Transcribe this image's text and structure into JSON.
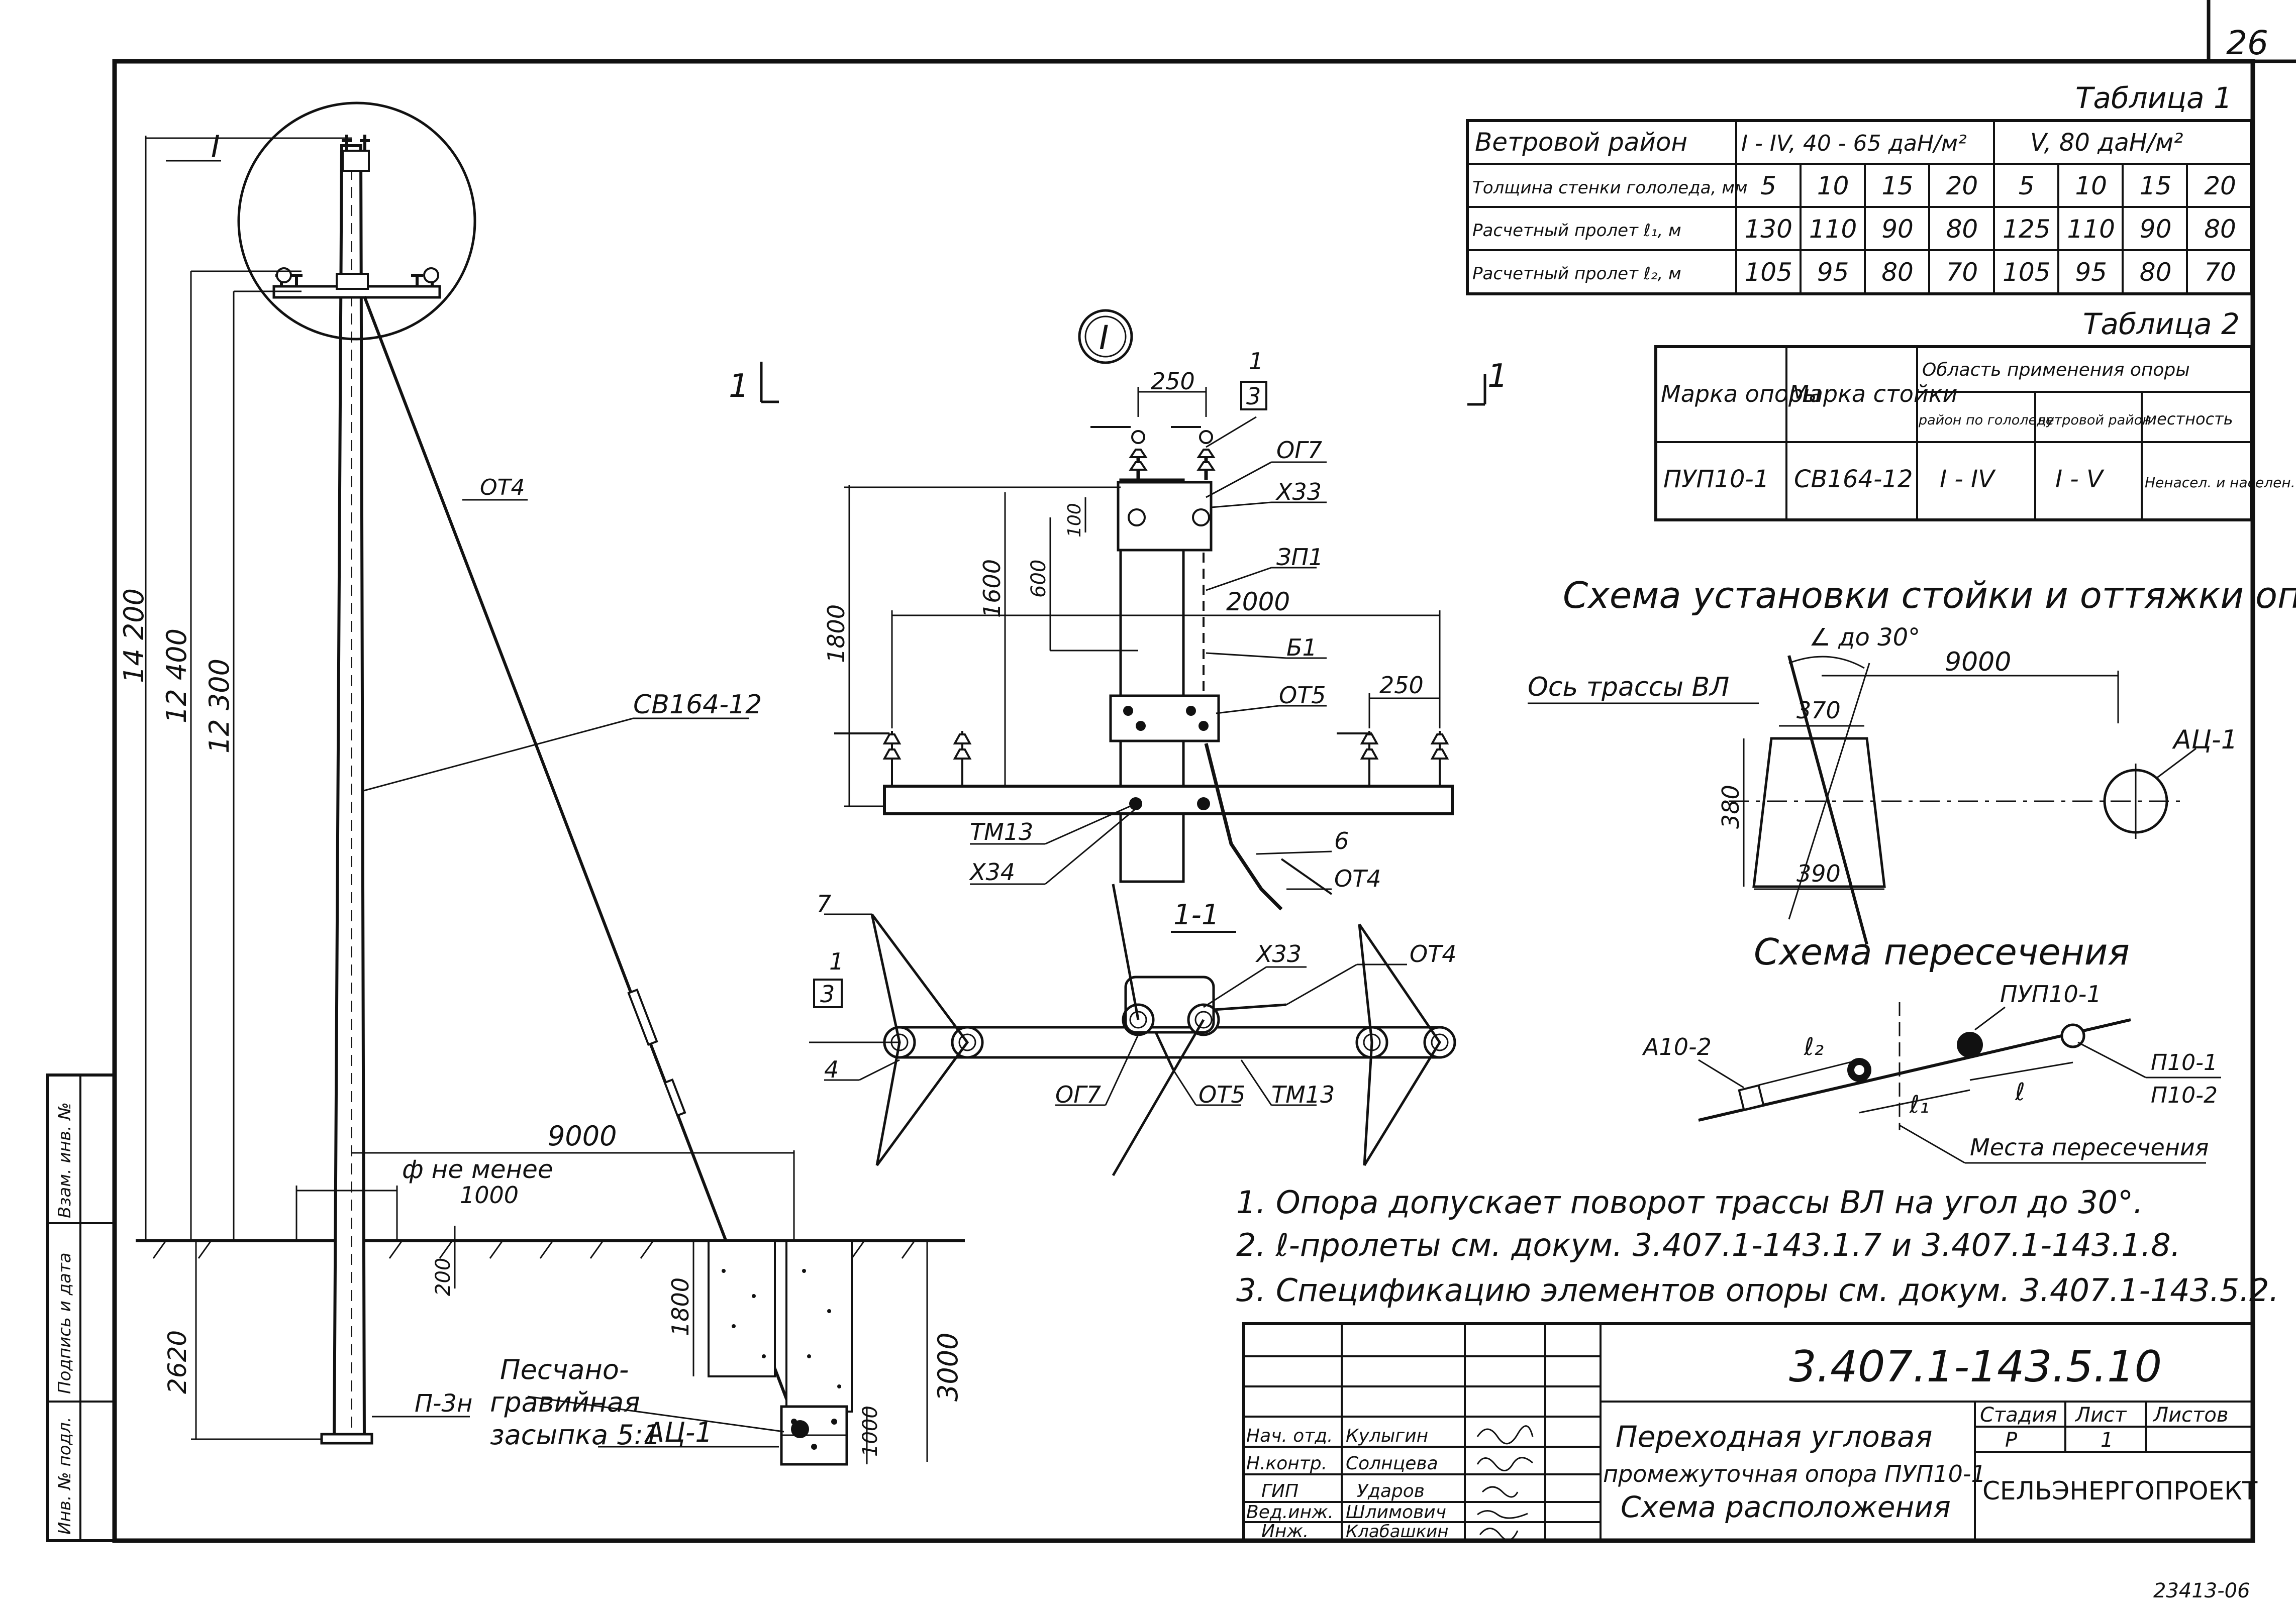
{
  "sheet": {
    "page_number": "26",
    "bottom_code": "23413-06",
    "document_code": "3.407.1-143.5.10",
    "organization": "СЕЛЬЭНЕРГОПРОЕКТ",
    "title_lines": [
      "Переходная угловая",
      "промежуточная опора ПУП10-1",
      "Схема расположения"
    ],
    "stage_header": "Стадия",
    "sheet_header": "Лист",
    "sheets_header": "Листов",
    "stage": "Р",
    "sheet_no": "1",
    "roles": [
      "Нач. отд.",
      "Н.контр.",
      "ГИП",
      "Вед.инж.",
      "Инж."
    ],
    "names": [
      "Кулыгин",
      "Солнцева",
      "Ударов",
      "Шлимович",
      "Клабашкин"
    ],
    "side_stamp": [
      "Инв. № подл.",
      "Подпись и дата",
      "Взам. инв. №"
    ]
  },
  "table1": {
    "title": "Таблица 1",
    "row0": [
      "Ветровой район",
      "I - IV, 40 - 65 даН/м²",
      "V, 80 даН/м²"
    ],
    "row_labels": [
      "Толщина стенки гололеда, мм",
      "Расчетный пролет ℓ₁, м",
      "Расчетный пролет ℓ₂, м"
    ],
    "rows": [
      [
        "5",
        "10",
        "15",
        "20",
        "5",
        "10",
        "15",
        "20"
      ],
      [
        "130",
        "110",
        "90",
        "80",
        "125",
        "110",
        "90",
        "80"
      ],
      [
        "105",
        "95",
        "80",
        "70",
        "105",
        "95",
        "80",
        "70"
      ]
    ]
  },
  "table2": {
    "title": "Таблица 2",
    "h_mark_support": "Марка опоры",
    "h_mark_post": "Марка стойки",
    "h_area": "Область применения опоры",
    "h_ice": "район по гололеду",
    "h_wind": "ветровой район",
    "h_terrain": "местность",
    "row": [
      "ПУП10-1",
      "СВ164-12",
      "I - IV",
      "I - V",
      "Ненасел. и населен."
    ]
  },
  "drawing": {
    "node_mark": "I",
    "node_ref": "I",
    "dim_14200": "14 200",
    "dim_12400": "12 400",
    "dim_12300": "12 300",
    "label_ot4": "ОТ4",
    "label_sv164": "СВ164-12",
    "dim_9000": "9000",
    "dim_min": "ф не менее",
    "dim_1000": "1000",
    "dim_200": "200",
    "dim_1800": "1800",
    "dim_3000": "3000",
    "dim_2620": "2620",
    "dim_1000b": "1000",
    "label_p3": "П-3н",
    "label_sand": [
      "Песчано-",
      "гравийная",
      "засыпка 5:1"
    ],
    "label_ac1": "АЦ-1",
    "section_mark": "1",
    "section_title": "1-1"
  },
  "node": {
    "d250a": "250",
    "d250b": "250",
    "d1800": "1800",
    "d1600": "1600",
    "d600": "600",
    "d100": "100",
    "d2000": "2000",
    "callout_num": "1",
    "callout_box": "3",
    "labels": [
      "ОГ7",
      "Х33",
      "ЗП1",
      "Б1",
      "ОТ5",
      "ТМ13",
      "Х34",
      "6",
      "ОТ4"
    ]
  },
  "section": {
    "labels": [
      "7",
      "1",
      "3",
      "4",
      "Х33",
      "ОТ4",
      "ОГ7",
      "ОТ5",
      "ТМ13"
    ]
  },
  "install_scheme": {
    "title": "Схема установки стойки и оттяжки опоры",
    "angle": "∠ до 30°",
    "axis": "Ось трассы ВЛ",
    "d9000": "9000",
    "d370": "370",
    "d380": "380",
    "d390": "390",
    "ac1": "АЦ-1"
  },
  "crossing": {
    "title": "Схема пересечения",
    "pup": "ПУП10-1",
    "a10": "А10-2",
    "l2": "ℓ₂",
    "l1": "ℓ₁",
    "l": "ℓ",
    "p1": "П10-1",
    "p2": "П10-2",
    "place": "Места пересечения"
  },
  "notes": [
    "1. Опора допускает поворот трассы ВЛ на угол до 30°.",
    "2. ℓ-пролеты см. докум. 3.407.1-143.1.7 и 3.407.1-143.1.8.",
    "3. Спецификацию элементов опоры см. докум. 3.407.1-143.5.2."
  ]
}
